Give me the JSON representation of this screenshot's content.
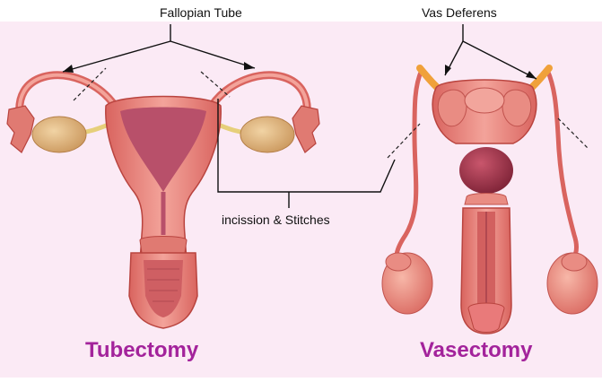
{
  "labels": {
    "fallopian_tube": "Fallopian Tube",
    "vas_deferens": "Vas Deferens",
    "incision": "incission & Stitches"
  },
  "titles": {
    "female": "Tubectomy",
    "male": "Vasectomy"
  },
  "colors": {
    "background": "#fbeaf5",
    "title": "#a3239b",
    "tissue": "#e8867f",
    "tissue_dark": "#c9524e",
    "ovary": "#d9b27e",
    "vas": "#f0a13a",
    "bladder": "#a23b4f"
  }
}
